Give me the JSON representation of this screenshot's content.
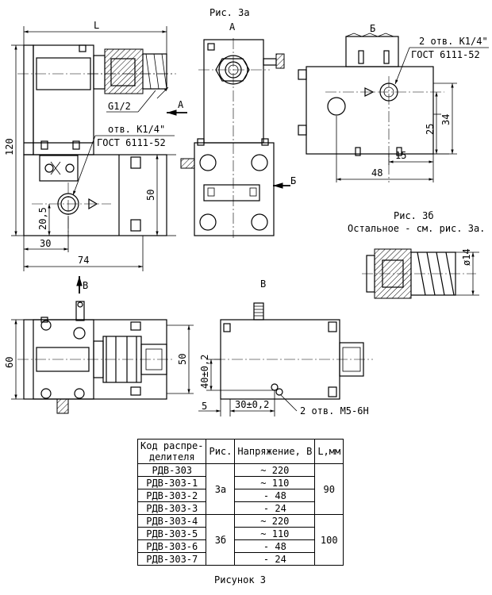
{
  "labels": {
    "fig3a": "Рис. 3а",
    "view_a": "А",
    "view_b_cyr": "Б",
    "view_v": "В",
    "dim_L": "L",
    "dim_120": "120",
    "dim_50": "50",
    "dim_20_5": "20,5",
    "dim_30": "30",
    "dim_74": "74",
    "thread_g": "G1/2",
    "hole1_line1": "отв. К1/4\"",
    "hole1_line2": "ГОСТ 6111-52",
    "hole2_line1": "2 отв. К1/4\"",
    "hole2_line2": "ГОСТ 6111-52",
    "dim_25": "25",
    "dim_34": "34",
    "dim_15": "15",
    "dim_48": "48",
    "fig3b": "Рис. 3б",
    "fig3b_note": "Остальное - см. рис. 3а.",
    "dim_d14": "ø14",
    "dim_60": "60",
    "dim_50b": "50",
    "dim_40": "40±0,2",
    "dim_5": "5",
    "dim_30b": "30±0,2",
    "holes_m5": "2 отв. М5-6Н",
    "arrow_a": "А",
    "arrow_b": "Б",
    "arrow_v": "В",
    "caption": "Рисунок 3"
  },
  "table": {
    "headers": {
      "code_l1": "Код распре-",
      "code_l2": "делителя",
      "fig": "Рис.",
      "voltage": "Напряжение, В",
      "length": "L,мм"
    },
    "rows": [
      {
        "code": "РДВ-303",
        "voltage": "~ 220"
      },
      {
        "code": "РДВ-303-1",
        "voltage": "~ 110"
      },
      {
        "code": "РДВ-303-2",
        "voltage": "- 48"
      },
      {
        "code": "РДВ-303-3",
        "voltage": "- 24"
      },
      {
        "code": "РДВ-303-4",
        "voltage": "~ 220"
      },
      {
        "code": "РДВ-303-5",
        "voltage": "~ 110"
      },
      {
        "code": "РДВ-303-6",
        "voltage": "- 48"
      },
      {
        "code": "РДВ-303-7",
        "voltage": "- 24"
      }
    ],
    "groups": [
      {
        "fig": "3а",
        "length": "90"
      },
      {
        "fig": "3б",
        "length": "100"
      }
    ]
  }
}
